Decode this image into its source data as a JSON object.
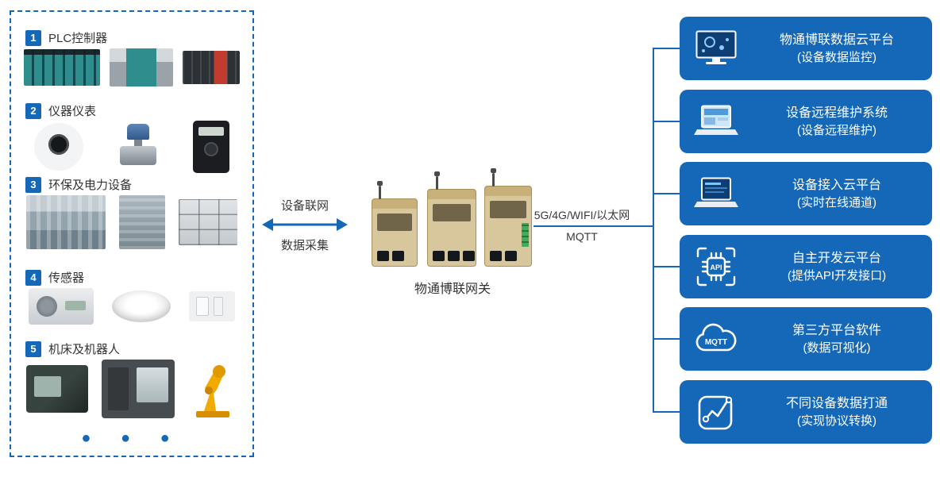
{
  "colors": {
    "primary": "#1568b8"
  },
  "left_panel": {
    "categories": [
      {
        "num": "1",
        "label": "PLC控制器"
      },
      {
        "num": "2",
        "label": "仪器仪表"
      },
      {
        "num": "3",
        "label": "环保及电力设备"
      },
      {
        "num": "4",
        "label": "传感器"
      },
      {
        "num": "5",
        "label": "机床及机器人"
      }
    ],
    "ellipsis": "● ● ●"
  },
  "middle": {
    "left_link_top": "设备联网",
    "left_link_bottom": "数据采集",
    "gateway_label": "物通博联网关",
    "right_link_top": "5G/4G/WIFI/以太网",
    "right_link_bottom": "MQTT"
  },
  "right_panel": {
    "boxes": [
      {
        "icon": "cloud-monitor-icon",
        "title": "物通博联数据云平台",
        "subtitle": "(设备数据监控)"
      },
      {
        "icon": "laptop-remote-icon",
        "title": "设备远程维护系统",
        "subtitle": "(设备远程维护)"
      },
      {
        "icon": "laptop-access-icon",
        "title": "设备接入云平台",
        "subtitle": "(实时在线通道)"
      },
      {
        "icon": "api-chip-icon",
        "icon_text": "API",
        "title": "自主开发云平台",
        "subtitle": "(提供API开发接口)"
      },
      {
        "icon": "mqtt-cloud-icon",
        "icon_text": "MQTT",
        "title": "第三方平台软件",
        "subtitle": "(数据可视化)"
      },
      {
        "icon": "line-chart-icon",
        "title": "不同设备数据打通",
        "subtitle": "(实现协议转换)"
      }
    ]
  }
}
